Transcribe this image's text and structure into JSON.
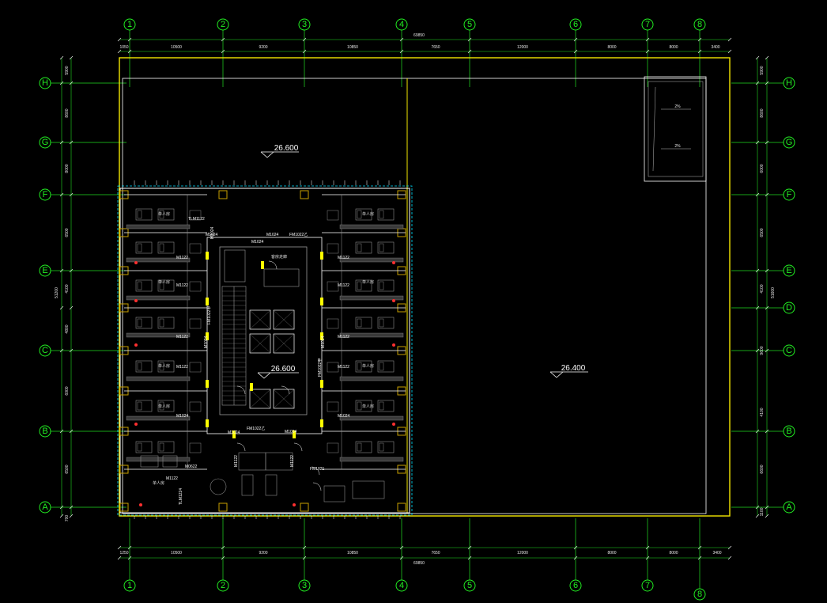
{
  "drawing": {
    "grid_columns": [
      "1",
      "2",
      "3",
      "4",
      "5",
      "6",
      "7",
      "8"
    ],
    "grid_rows": [
      "H",
      "G",
      "F",
      "E",
      "D",
      "C",
      "B",
      "A"
    ],
    "top_overall": "69850",
    "top_spans": [
      "1050",
      "10500",
      "9200",
      "10850",
      "7650",
      "12000",
      "8000",
      "8000",
      "3400"
    ],
    "bottom_spans": [
      "1250",
      "10500",
      "9200",
      "10850",
      "7650",
      "12000",
      "8000",
      "8000",
      "3400"
    ],
    "bottom_overall": "69850",
    "left_spans": [
      "5900",
      "8600",
      "8000",
      "6500",
      "4100",
      "4800",
      "6000",
      "6500",
      "700"
    ],
    "left_overall": "51200",
    "right_spans": [
      "5900",
      "8600",
      "6000",
      "6500",
      "4100",
      "9600",
      "4100",
      "6600",
      "1100"
    ],
    "right_overall": "51600",
    "levels": {
      "roof": "26.600",
      "core": "26.600",
      "podium": "26.400"
    },
    "slope_labels": [
      "2%",
      "2%"
    ],
    "room_label": "单人房",
    "corridor_label": "客房走廊",
    "door_tags": {
      "guest": "M1122",
      "bath": "M1024",
      "fire_a": "FM1022乙",
      "fire_b": "FM1021",
      "window": "TLM1122",
      "misc": "M0622",
      "side": "TLM1224",
      "service": "FM1022甲"
    },
    "colors": {
      "grid_bubble": "#22ee22",
      "axis_line": "#22dd22",
      "dimension": "#e8e8e8",
      "parapet": "#f2e600",
      "outline": "#ffffff",
      "column": "#c8a000",
      "glazing": "#00e0ff",
      "furniture": "#8a8a8a",
      "door": "#ffff00",
      "accent": "#ff3030"
    }
  }
}
